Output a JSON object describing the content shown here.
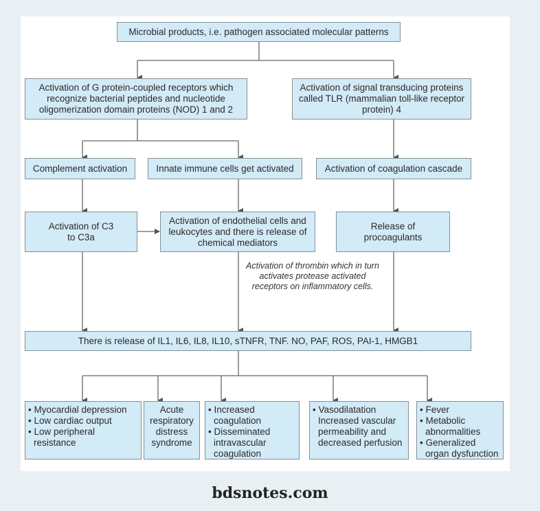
{
  "top": "Microbial products, i.e. pathogen associated molecular patterns",
  "level1": [
    "Activation of G protein-coupled receptors which recognize bacterial peptides and nucleotide oligomerization domain proteins (NOD) 1 and 2",
    "Activation of signal transducing proteins called TLR (mammalian toll-like receptor protein) 4"
  ],
  "level2": [
    "Complement activation",
    "Innate immune cells get activated",
    "Activation of coagulation cascade"
  ],
  "level3": [
    "Activation of C3 to C3a",
    "Activation of endothelial cells and leukocytes and there is release of chemical mediators",
    "Release of procoagulants"
  ],
  "note": "Activation of thrombin which in turn activates protease activated receptors on inflammatory cells.",
  "release": "There is release of IL1, IL6, IL8, IL10, sTNFR, TNF. NO, PAF, ROS, PAI-1, HMGB1",
  "outcomes": [
    [
      "• Myocardial depression",
      "• Low cardiac output",
      "• Low peripheral resistance"
    ],
    [
      "Acute respiratory distress syndrome"
    ],
    [
      "• Increased coagulation",
      "• Disseminated intravascular coagulation"
    ],
    [
      "• Vasodilatation Increased vascular permeability and decreased perfusion"
    ],
    [
      "• Fever",
      "• Metabolic abnormalities",
      "• Generalized organ dysfunction"
    ]
  ],
  "footer": "bdsnotes.com",
  "colors": {
    "box_fill": "#d3eaf7",
    "box_border": "#858f95",
    "background": "#e9f0f3"
  }
}
